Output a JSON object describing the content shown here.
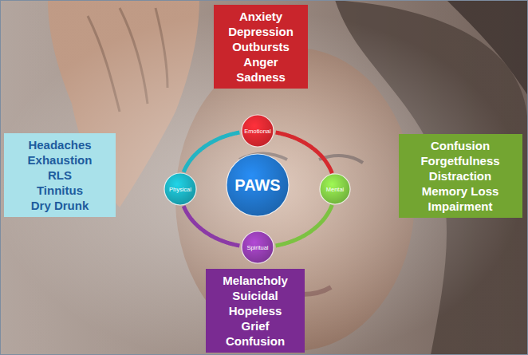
{
  "diagram": {
    "nodes": [
      {
        "text": [
          "Anxiety",
          "Depression",
          "Outbursts",
          "Anger",
          "Sadness"
        ]
      },
      {
        "text": [
          "Emotional"
        ]
      },
      {
        "text": [
          "Headaches",
          "Exhaustion",
          "RLS",
          "Tinnitus",
          "Dry Drunk"
        ]
      },
      {
        "text": [
          "Physical"
        ]
      },
      {
        "text": [
          "PAWS"
        ]
      },
      {
        "text": [
          "Mental"
        ]
      },
      {
        "text": [
          "Confusion",
          "Forgetfulness",
          "Distraction",
          "Memory Loss",
          "Impairment"
        ]
      },
      {
        "text": [
          "Spiritual"
        ]
      },
      {
        "text": [
          "Melancholy",
          "Suicidal",
          "Hopeless",
          "Grief",
          "Confusion"
        ]
      }
    ],
    "edges": [
      {
        "from": 1,
        "to": 5,
        "arrow": "none"
      },
      {
        "from": 5,
        "to": 7,
        "arrow": "none"
      },
      {
        "from": 7,
        "to": 3,
        "arrow": "none"
      },
      {
        "from": 3,
        "to": 1,
        "arrow": "none"
      }
    ]
  }
}
